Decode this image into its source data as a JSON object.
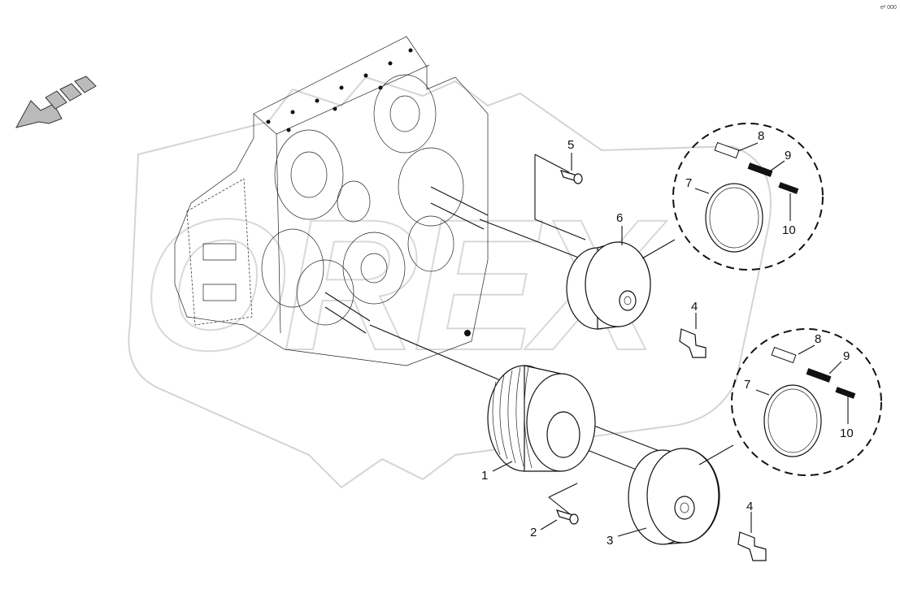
{
  "corner_code": "e² 000",
  "watermark": "OREX",
  "callouts": [
    {
      "id": "c1",
      "text": "1"
    },
    {
      "id": "c2",
      "text": "2"
    },
    {
      "id": "c3",
      "text": "3"
    },
    {
      "id": "c4a",
      "text": "4"
    },
    {
      "id": "c4b",
      "text": "4"
    },
    {
      "id": "c5",
      "text": "5"
    },
    {
      "id": "c6",
      "text": "6"
    },
    {
      "id": "c7a",
      "text": "7"
    },
    {
      "id": "c8a",
      "text": "8"
    },
    {
      "id": "c9a",
      "text": "9"
    },
    {
      "id": "c10a",
      "text": "10"
    },
    {
      "id": "c7b",
      "text": "7"
    },
    {
      "id": "c8b",
      "text": "8"
    },
    {
      "id": "c9b",
      "text": "9"
    },
    {
      "id": "c10b",
      "text": "10"
    }
  ]
}
